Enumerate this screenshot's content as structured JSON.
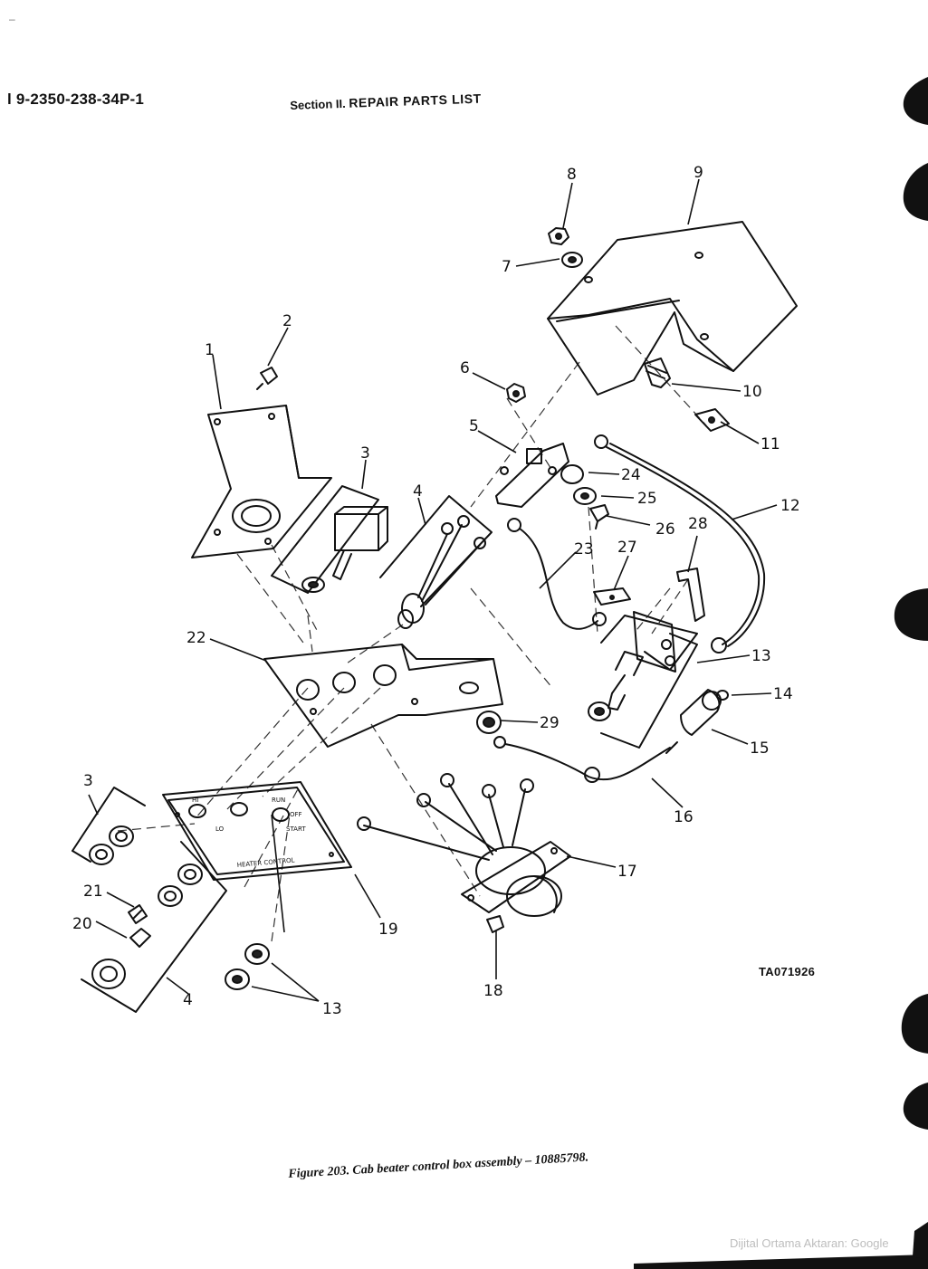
{
  "header": {
    "doc_number": "l 9-2350-238-34P-1",
    "section_prefix": "Section II.",
    "section_title": "REPAIR PARTS LIST"
  },
  "figure": {
    "caption": "Figure 203. Cab beater control box assembly – 10885798.",
    "ta_code": "TA071926"
  },
  "panel": {
    "hi": "HI",
    "lo": "LO",
    "run": "RUN",
    "off": "OFF",
    "start": "START",
    "heater_control": "HEATER CONTROL"
  },
  "callouts": [
    "1",
    "2",
    "3",
    "3",
    "4",
    "4",
    "5",
    "6",
    "7",
    "8",
    "9",
    "10",
    "11",
    "12",
    "13",
    "13",
    "14",
    "15",
    "16",
    "17",
    "18",
    "19",
    "20",
    "21",
    "22",
    "23",
    "24",
    "25",
    "26",
    "27",
    "28",
    "29"
  ],
  "footer": {
    "scan_credit": "Dijital Ortama Aktaran: Google"
  },
  "margin_mark": "–"
}
